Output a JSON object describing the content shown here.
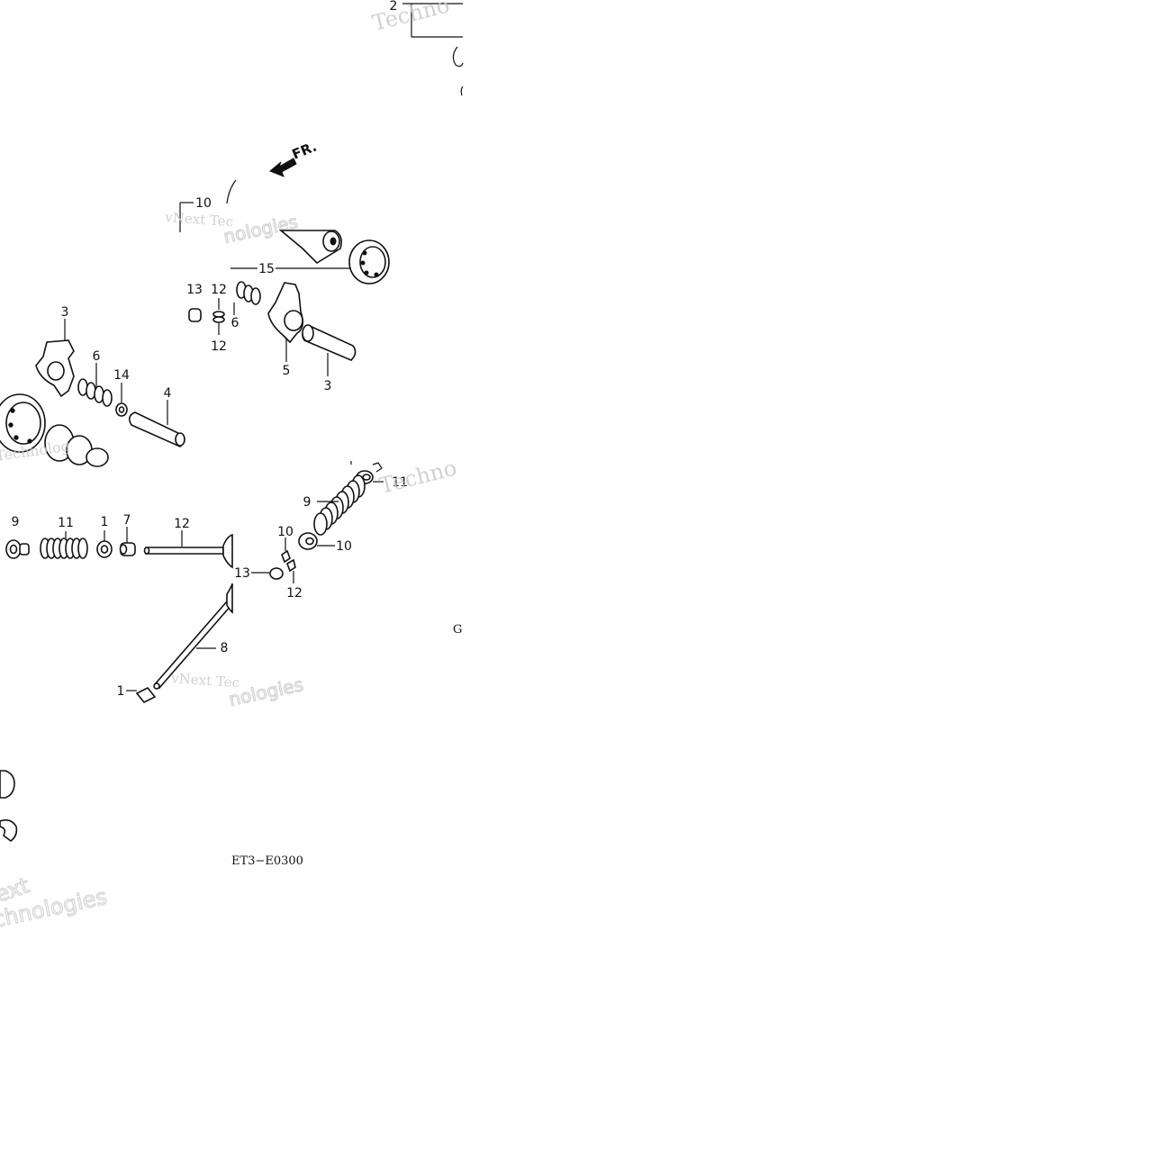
{
  "diagram": {
    "direction_label": "FR.",
    "diagram_code": "ET3−E0300",
    "partial_code": "G",
    "callouts": [
      "2",
      "10",
      "15",
      "13",
      "12",
      "12",
      "6",
      "3",
      "5",
      "3",
      "6",
      "14",
      "4",
      "9",
      "11",
      "10",
      "9",
      "11",
      "1",
      "7",
      "12",
      "10",
      "13",
      "12",
      "8",
      "1"
    ],
    "watermarks": [
      "Techno",
      "vNext Tec",
      "nologies",
      "Techno",
      "Technolog",
      "vNext Tec",
      "nologies",
      "ext",
      "chnologies"
    ]
  }
}
